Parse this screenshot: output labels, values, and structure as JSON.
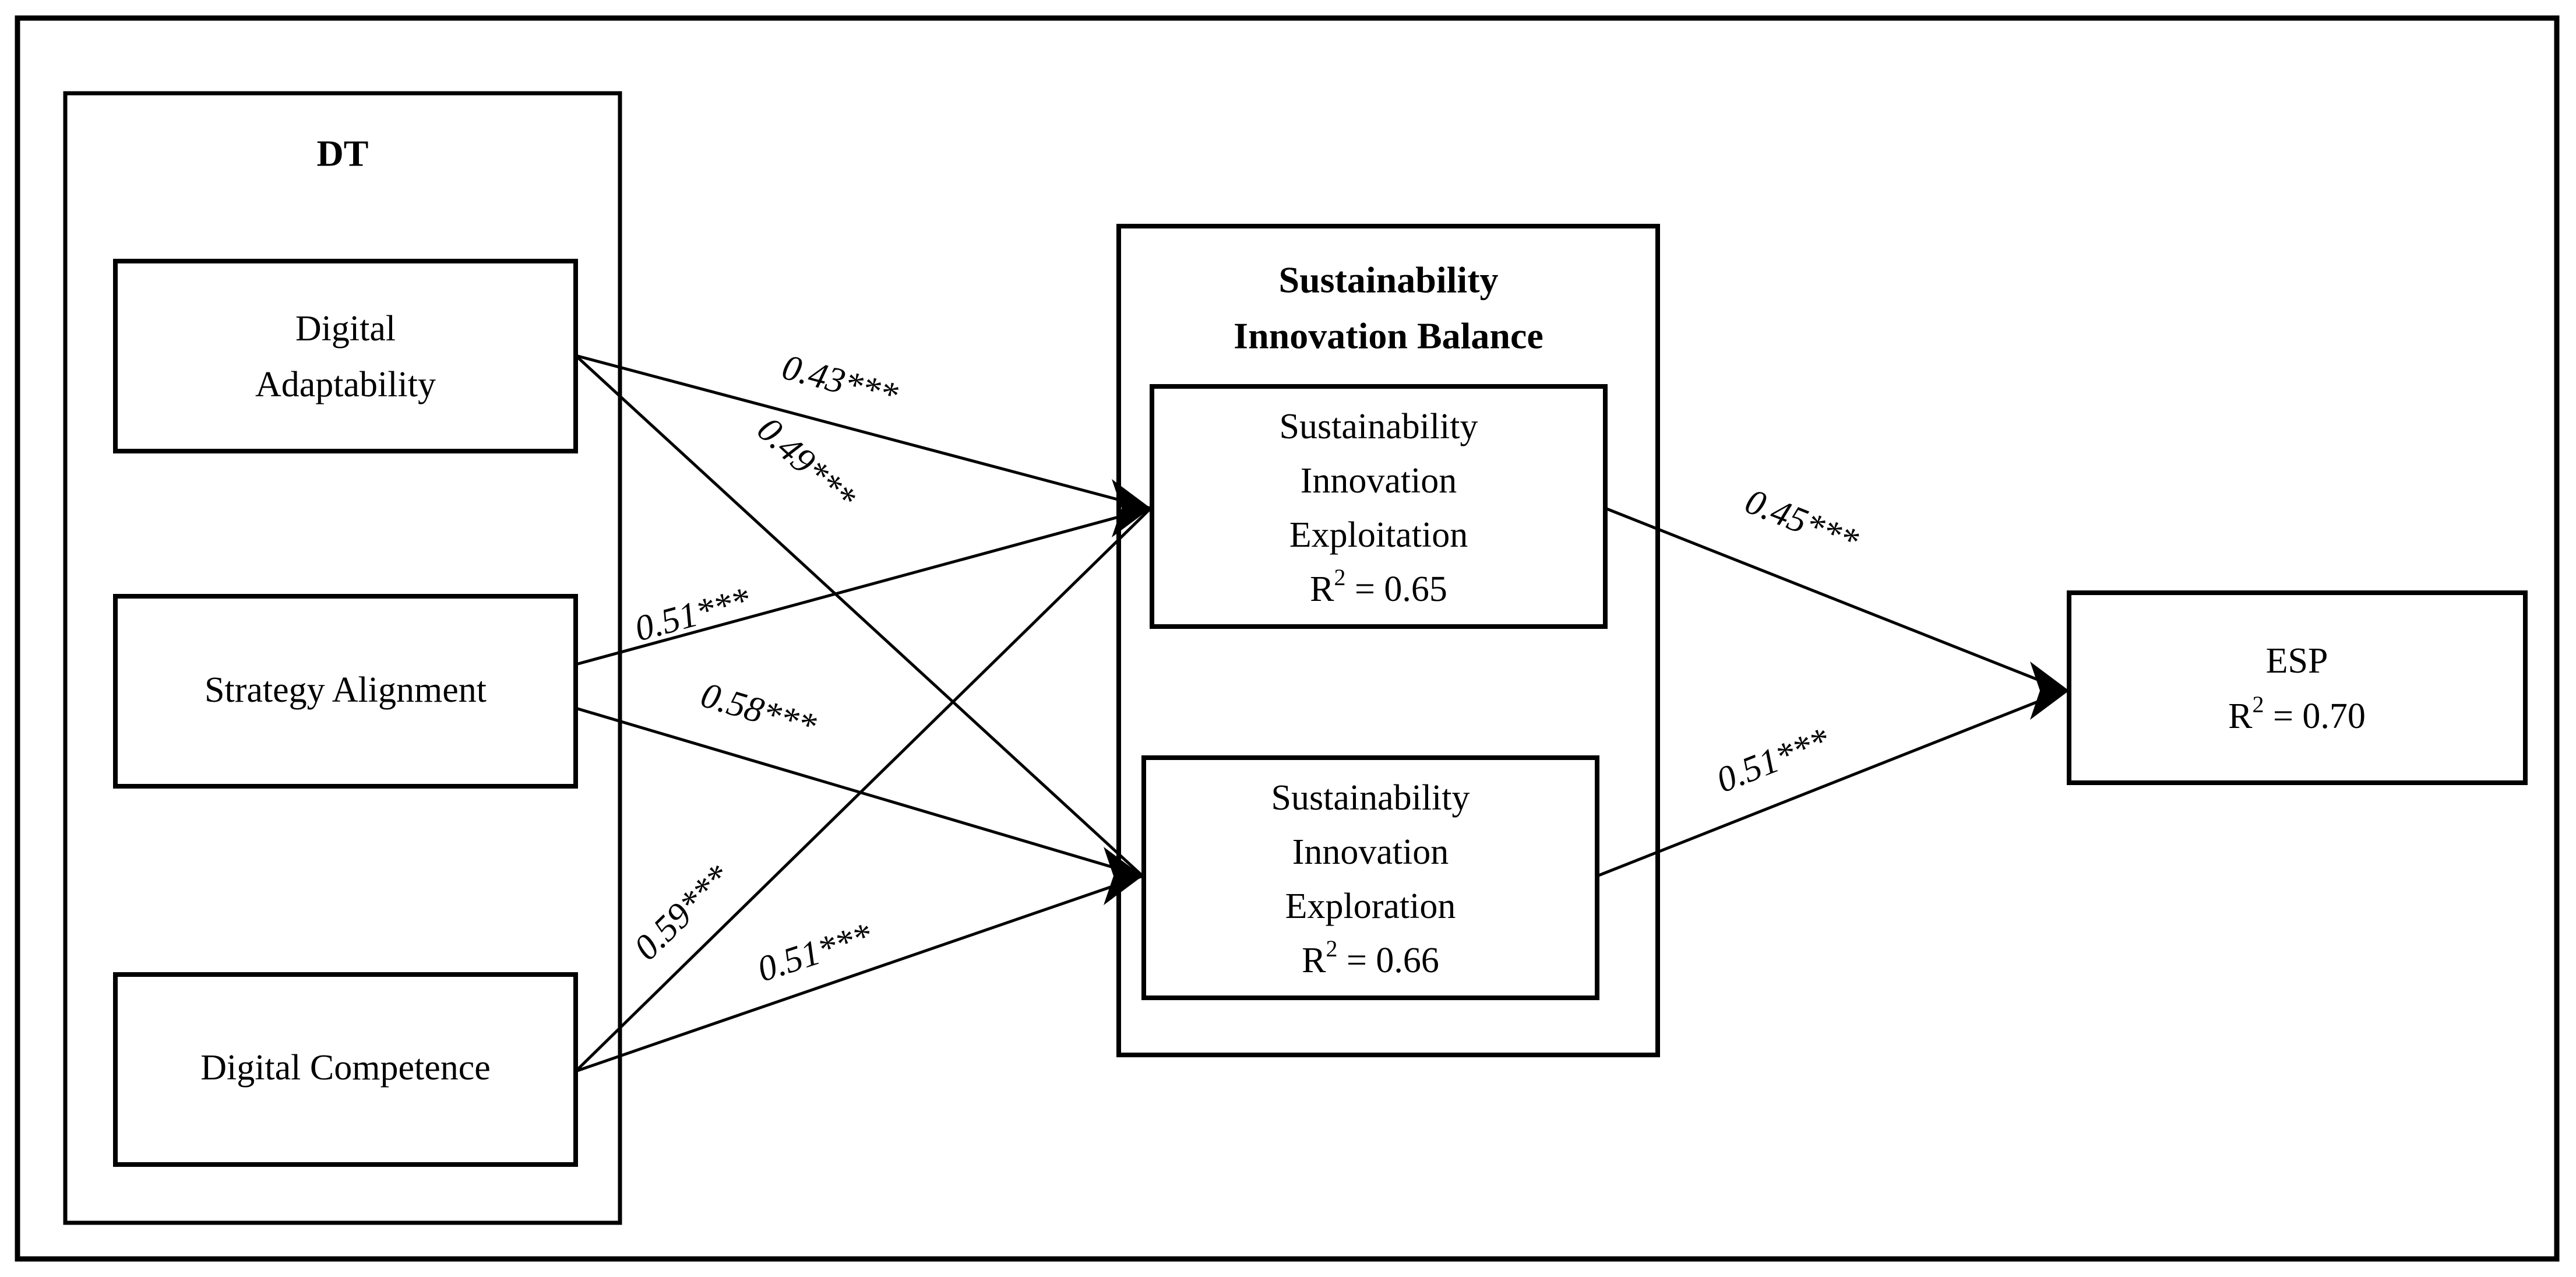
{
  "figure": {
    "type": "structural-equation-model-path-diagram",
    "frame_border_color": "#000000",
    "background_color": "#ffffff",
    "line_color": "#000000"
  },
  "constructs": {
    "dt_container": {
      "title": "DT",
      "indicators": [
        {
          "id": "digital-adaptability",
          "line1": "Digital",
          "line2": "Adaptability"
        },
        {
          "id": "strategy-alignment",
          "line1": "Strategy Alignment",
          "line2": ""
        },
        {
          "id": "digital-competence",
          "line1": "Digital Competence",
          "line2": ""
        }
      ]
    },
    "sib_container": {
      "title_line1": "Sustainability",
      "title_line2": "Innovation Balance",
      "indicators": [
        {
          "id": "sustainability-innovation-exploitation",
          "line1": "Sustainability",
          "line2": "Innovation",
          "line3": "Exploitation",
          "r2_prefix": "R",
          "r2_exponent": "2",
          "r2_value": " = 0.65"
        },
        {
          "id": "sustainability-innovation-exploration",
          "line1": "Sustainability",
          "line2": "Innovation",
          "line3": "Exploration",
          "r2_prefix": "R",
          "r2_exponent": "2",
          "r2_value": " = 0.66"
        }
      ]
    },
    "outcome": {
      "id": "esp",
      "title": "ESP",
      "r2_prefix": "R",
      "r2_exponent": "2",
      "r2_value": " = 0.70"
    }
  },
  "paths": [
    {
      "id": "da-to-exploitation",
      "from": "digital-adaptability",
      "to": "sustainability-innovation-exploitation",
      "coefficient": "0.43***"
    },
    {
      "id": "da-to-exploration",
      "from": "digital-adaptability",
      "to": "sustainability-innovation-exploration",
      "coefficient": "0.49***"
    },
    {
      "id": "sa-to-exploitation",
      "from": "strategy-alignment",
      "to": "sustainability-innovation-exploitation",
      "coefficient": "0.51***"
    },
    {
      "id": "sa-to-exploration",
      "from": "strategy-alignment",
      "to": "sustainability-innovation-exploration",
      "coefficient": "0.58***"
    },
    {
      "id": "dc-to-exploitation",
      "from": "digital-competence",
      "to": "sustainability-innovation-exploitation",
      "coefficient": "0.59***"
    },
    {
      "id": "dc-to-exploration",
      "from": "digital-competence",
      "to": "sustainability-innovation-exploration",
      "coefficient": "0.51***"
    },
    {
      "id": "exploitation-to-esp",
      "from": "sustainability-innovation-exploitation",
      "to": "esp",
      "coefficient": "0.45***"
    },
    {
      "id": "exploration-to-esp",
      "from": "sustainability-innovation-exploration",
      "to": "esp",
      "coefficient": "0.51***"
    }
  ]
}
